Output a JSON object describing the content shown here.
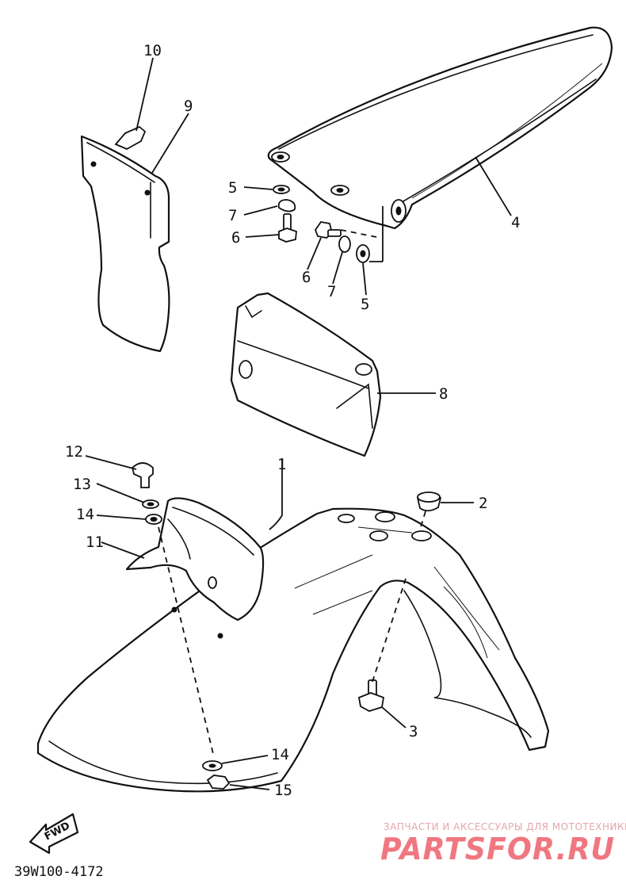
{
  "diagram": {
    "callouts": [
      {
        "id": "c10",
        "label": "10"
      },
      {
        "id": "c9",
        "label": "9"
      },
      {
        "id": "c5a",
        "label": "5"
      },
      {
        "id": "c7a",
        "label": "7"
      },
      {
        "id": "c6a",
        "label": "6"
      },
      {
        "id": "c6b",
        "label": "6"
      },
      {
        "id": "c7b",
        "label": "7"
      },
      {
        "id": "c5b",
        "label": "5"
      },
      {
        "id": "c4",
        "label": "4"
      },
      {
        "id": "c8",
        "label": "8"
      },
      {
        "id": "c12",
        "label": "12"
      },
      {
        "id": "c13",
        "label": "13"
      },
      {
        "id": "c14a",
        "label": "14"
      },
      {
        "id": "c11",
        "label": "11"
      },
      {
        "id": "c1",
        "label": "1"
      },
      {
        "id": "c2",
        "label": "2"
      },
      {
        "id": "c3",
        "label": "3"
      },
      {
        "id": "c14b",
        "label": "14"
      },
      {
        "id": "c15",
        "label": "15"
      }
    ],
    "fwd_label": "FWD",
    "diagram_code": "39W100-4172"
  },
  "watermark": {
    "tagline": "ЗАПЧАСТИ И АКСЕССУАРЫ ДЛЯ МОТОТЕХНИКИ",
    "brand": "PARTSFOR.RU",
    "brand_color": "#f07780"
  }
}
